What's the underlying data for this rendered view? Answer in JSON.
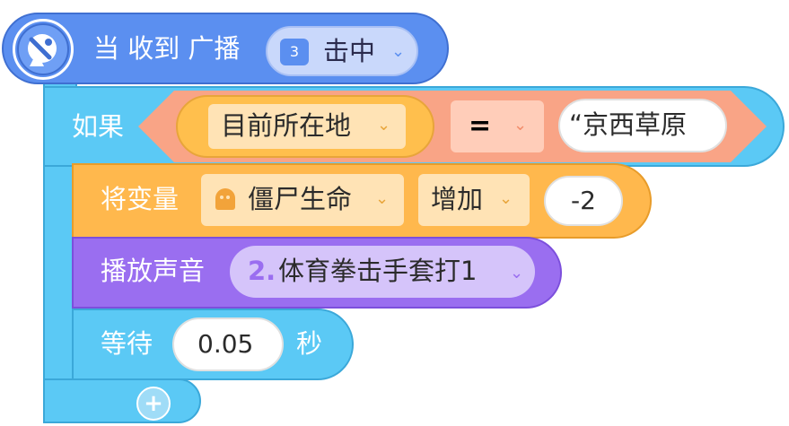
{
  "colors": {
    "event": "#5b8ff0",
    "control": "#5bc9f5",
    "operator": "#f9a486",
    "variable": "#ffb84d",
    "sound": "#9a6ef0"
  },
  "hat": {
    "icon": "satellite-dish-icon",
    "label": "当 收到 广播",
    "broadcast_badge": "3",
    "broadcast_name": "击中"
  },
  "if_block": {
    "label": "如果",
    "left_var": "目前所在地",
    "operator": "=",
    "right_value": "“京西草原"
  },
  "change_var": {
    "label": "将变量",
    "var_icon": "ghost-icon",
    "var_name": "僵尸生命",
    "action": "增加",
    "amount": "-2"
  },
  "play_sound": {
    "label": "播放声音",
    "index": "2.",
    "sound_name": "体育拳击手套打1"
  },
  "wait": {
    "label": "等待",
    "seconds": "0.05",
    "unit": "秒"
  },
  "add_button": {
    "icon": "plus-icon",
    "symbol": "+"
  }
}
